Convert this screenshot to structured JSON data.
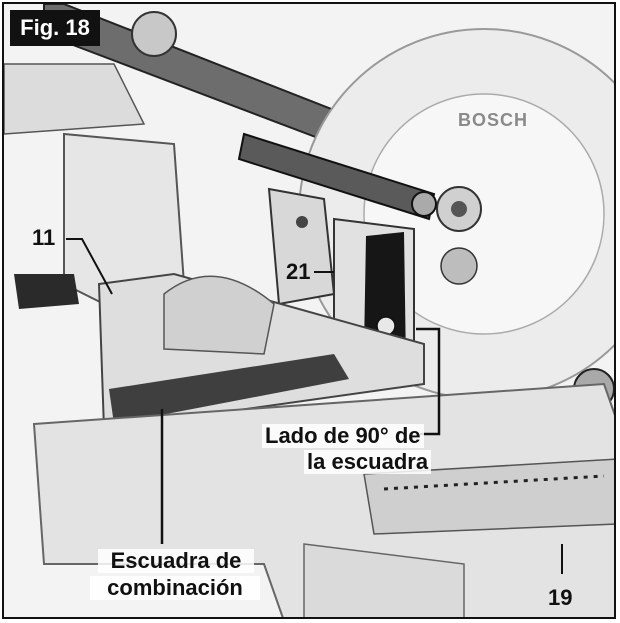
{
  "figure": {
    "label": "Fig. 18"
  },
  "brand": {
    "logo_text": "BOSCH"
  },
  "callouts": {
    "part_11": "11",
    "part_21": "21",
    "part_19": "19",
    "square_side_line1": "Lado de 90° de",
    "square_side_line2": "la escuadra",
    "combo_square_line1": "Escuadra de",
    "combo_square_line2": "combinación"
  },
  "colors": {
    "ink": "#111111",
    "paper": "#ffffff",
    "metal_light": "#e9e9e9",
    "metal_mid": "#cfcfcf",
    "metal_dark": "#8a8a8a"
  }
}
